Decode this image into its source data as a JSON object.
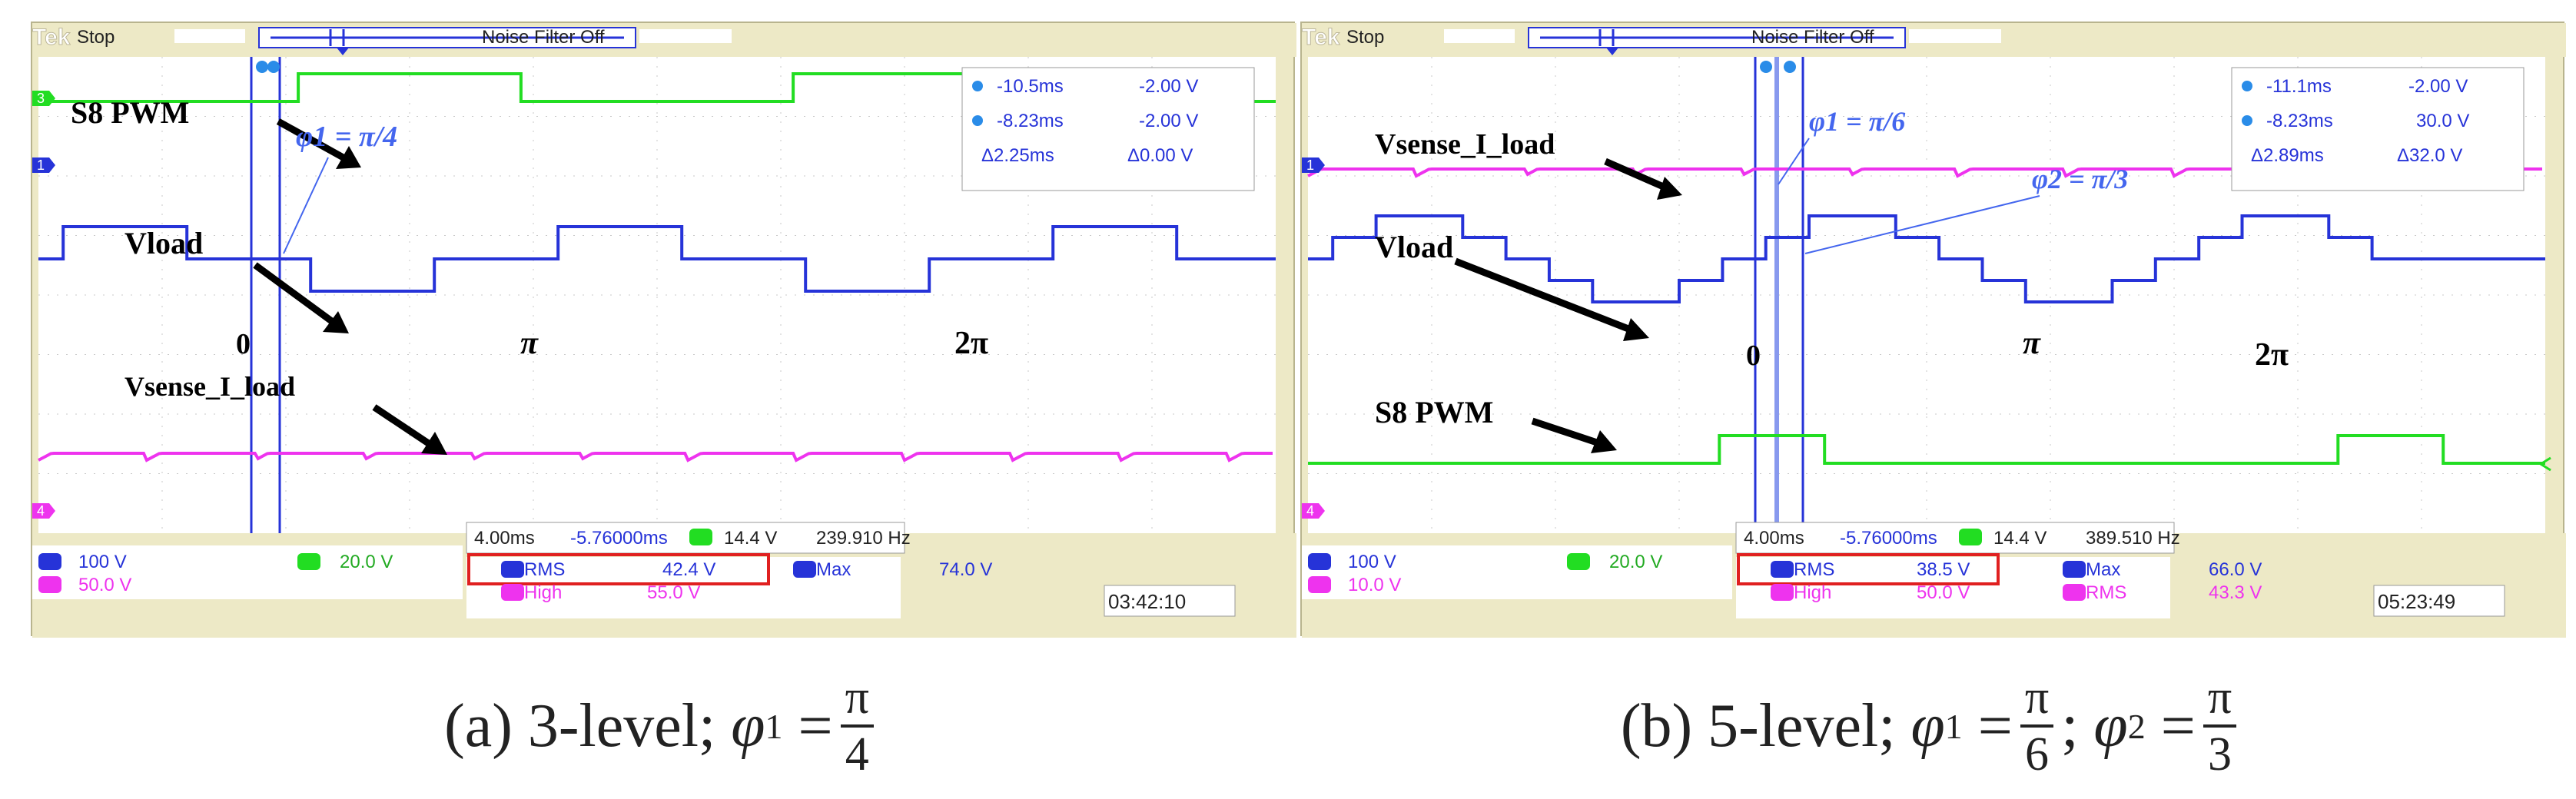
{
  "chart_data": [
    {
      "type": "line",
      "panel_id": "a",
      "header": {
        "brand": "Tek",
        "status": "Stop",
        "noise_filter": "Noise Filter Off"
      },
      "cursor_readout": {
        "a_time": "-10.5ms",
        "a_volt": "-2.00 V",
        "b_time": "-8.23ms",
        "b_volt": "-2.00 V",
        "delta_time": "Δ2.25ms",
        "delta_volt": "Δ0.00 V"
      },
      "timebase": {
        "time_div": "4.00ms",
        "position": "-5.76000ms",
        "trigger_level": "14.4 V",
        "trigger_freq": "239.910 Hz"
      },
      "channel_scales": {
        "ch1": "100 V",
        "ch3": "20.0 V",
        "ch4": "50.0 V"
      },
      "measurements": [
        {
          "ch": "1",
          "name": "RMS",
          "value": "42.4 V"
        },
        {
          "ch": "1",
          "name": "Max",
          "value": "74.0 V"
        },
        {
          "ch": "4",
          "name": "High",
          "value": "55.0 V"
        }
      ],
      "clock": "03:42:10",
      "labels": {
        "s8pwm": "S8 PWM",
        "vload": "Vload",
        "vsense": "Vsense_I_load",
        "zero": "0",
        "pi": "π",
        "two_pi": "2π",
        "phi1": "φ1 = π/4"
      },
      "series": [
        {
          "name": "S8 PWM",
          "channel": "3",
          "color": "#22dd22",
          "values": [
            [
              0,
              0
            ],
            [
              8.4,
              0
            ],
            [
              8.4,
              1
            ],
            [
              15.6,
              1
            ],
            [
              15.6,
              0
            ],
            [
              24.4,
              0
            ],
            [
              24.4,
              1
            ],
            [
              31.6,
              1
            ],
            [
              31.6,
              0
            ],
            [
              40,
              0
            ]
          ]
        },
        {
          "name": "Vload",
          "channel": "1",
          "color": "#2633d8",
          "values": [
            [
              0,
              0
            ],
            [
              0.8,
              0
            ],
            [
              0.8,
              1
            ],
            [
              4.8,
              1
            ],
            [
              4.8,
              0
            ],
            [
              8.8,
              0
            ],
            [
              8.8,
              -1
            ],
            [
              12.8,
              -1
            ],
            [
              12.8,
              0
            ],
            [
              16.8,
              0
            ],
            [
              16.8,
              1
            ],
            [
              20.8,
              1
            ],
            [
              20.8,
              0
            ],
            [
              24.8,
              0
            ],
            [
              24.8,
              -1
            ],
            [
              28.8,
              -1
            ],
            [
              28.8,
              0
            ],
            [
              32.8,
              0
            ],
            [
              32.8,
              1
            ],
            [
              36.8,
              1
            ],
            [
              36.8,
              0
            ],
            [
              40,
              0
            ]
          ]
        },
        {
          "name": "Vsense_I_load",
          "channel": "4",
          "color": "#ee33ee",
          "values": [
            [
              0,
              0
            ],
            [
              40,
              0
            ]
          ]
        }
      ]
    },
    {
      "type": "line",
      "panel_id": "b",
      "header": {
        "brand": "Tek",
        "status": "Stop",
        "noise_filter": "Noise Filter Off"
      },
      "cursor_readout": {
        "a_time": "-11.1ms",
        "a_volt": "-2.00 V",
        "b_time": "-8.23ms",
        "b_volt": "30.0 V",
        "delta_time": "Δ2.89ms",
        "delta_volt": "Δ32.0 V"
      },
      "timebase": {
        "time_div": "4.00ms",
        "position": "-5.76000ms",
        "trigger_level": "14.4 V",
        "trigger_freq": "389.510 Hz"
      },
      "channel_scales": {
        "ch1": "100 V",
        "ch3": "20.0 V",
        "ch4": "10.0 V"
      },
      "measurements": [
        {
          "ch": "1",
          "name": "RMS",
          "value": "38.5 V"
        },
        {
          "ch": "1",
          "name": "Max",
          "value": "66.0 V"
        },
        {
          "ch": "4",
          "name": "High",
          "value": "50.0 V"
        },
        {
          "ch": "4",
          "name": "RMS",
          "value": "43.3 V"
        }
      ],
      "clock": "05:23:49",
      "labels": {
        "s8pwm": "S8 PWM",
        "vload": "Vload",
        "vsense": "Vsense_I_load",
        "zero": "0",
        "pi": "π",
        "two_pi": "2π",
        "phi1": "φ1 = π/6",
        "phi2": "φ2 = π/3"
      },
      "series": [
        {
          "name": "S8 PWM",
          "channel": "3",
          "color": "#22dd22",
          "values": [
            [
              0,
              0
            ],
            [
              13.3,
              0
            ],
            [
              13.3,
              1
            ],
            [
              16.7,
              1
            ],
            [
              16.7,
              0
            ],
            [
              33.3,
              0
            ],
            [
              33.3,
              1
            ],
            [
              36.7,
              1
            ],
            [
              36.7,
              0
            ],
            [
              40,
              0
            ]
          ]
        },
        {
          "name": "Vload",
          "channel": "1",
          "color": "#2633d8",
          "values": [
            [
              0,
              0
            ],
            [
              0.8,
              0
            ],
            [
              0.8,
              1
            ],
            [
              2.2,
              1
            ],
            [
              2.2,
              2
            ],
            [
              5.0,
              2
            ],
            [
              5.0,
              1
            ],
            [
              6.4,
              1
            ],
            [
              6.4,
              0
            ],
            [
              7.8,
              0
            ],
            [
              7.8,
              -1
            ],
            [
              9.2,
              -1
            ],
            [
              9.2,
              -2
            ],
            [
              12.0,
              -2
            ],
            [
              12.0,
              -1
            ],
            [
              13.4,
              -1
            ],
            [
              13.4,
              0
            ],
            [
              14.8,
              0
            ],
            [
              14.8,
              1
            ],
            [
              16.2,
              1
            ],
            [
              16.2,
              2
            ],
            [
              19.0,
              2
            ],
            [
              19.0,
              1
            ],
            [
              20.4,
              1
            ],
            [
              20.4,
              0
            ],
            [
              21.8,
              0
            ],
            [
              21.8,
              -1
            ],
            [
              23.2,
              -1
            ],
            [
              23.2,
              -2
            ],
            [
              26.0,
              -2
            ],
            [
              26.0,
              -1
            ],
            [
              27.4,
              -1
            ],
            [
              27.4,
              0
            ],
            [
              28.8,
              0
            ],
            [
              28.8,
              1
            ],
            [
              30.2,
              1
            ],
            [
              30.2,
              2
            ],
            [
              33.0,
              2
            ],
            [
              33.0,
              1
            ],
            [
              34.4,
              1
            ],
            [
              34.4,
              0
            ],
            [
              40,
              0
            ]
          ]
        },
        {
          "name": "Vsense_I_load",
          "channel": "4",
          "color": "#ee33ee",
          "values": [
            [
              0,
              0
            ],
            [
              40,
              0
            ]
          ]
        }
      ]
    }
  ],
  "captions": {
    "a": {
      "prefix": "(a) 3-level;",
      "var": "φ",
      "sub": "1",
      "eq": "=",
      "num": "π",
      "den": "4"
    },
    "b": {
      "prefix": "(b) 5-level;",
      "var1": "φ",
      "sub1": "1",
      "eq": "=",
      "num1": "π",
      "den1": "6",
      "sep": ";",
      "var2": "φ",
      "sub2": "2",
      "num2": "π",
      "den2": "3"
    }
  }
}
